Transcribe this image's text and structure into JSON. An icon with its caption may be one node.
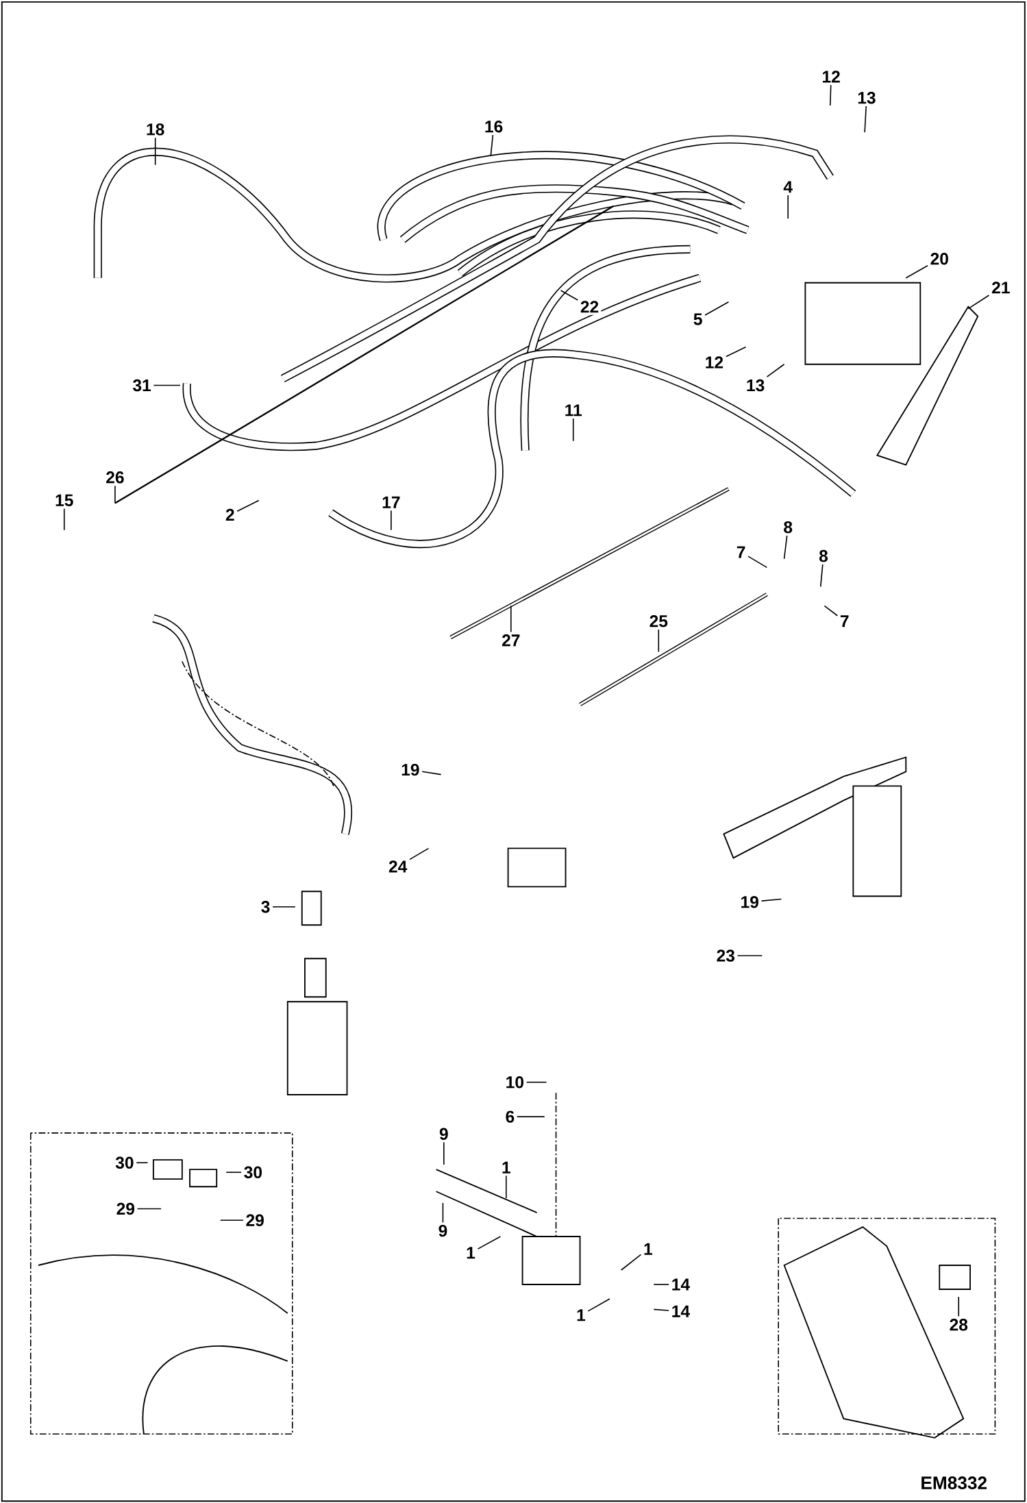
{
  "diagram": {
    "nodes": [
      {
        "text": [
          "18"
        ]
      },
      {
        "text": [
          "16"
        ]
      },
      {
        "text": [
          "12"
        ]
      },
      {
        "text": [
          "13"
        ]
      },
      {
        "text": [
          "4"
        ]
      },
      {
        "text": [
          "20"
        ]
      },
      {
        "text": [
          "21"
        ]
      },
      {
        "text": [
          "22"
        ]
      },
      {
        "text": [
          "5"
        ]
      },
      {
        "text": [
          "12"
        ]
      },
      {
        "text": [
          "13"
        ]
      },
      {
        "text": [
          "31"
        ]
      },
      {
        "text": [
          "11"
        ]
      },
      {
        "text": [
          "26"
        ]
      },
      {
        "text": [
          "15"
        ]
      },
      {
        "text": [
          "2"
        ]
      },
      {
        "text": [
          "17"
        ]
      },
      {
        "text": [
          "8"
        ]
      },
      {
        "text": [
          "7"
        ]
      },
      {
        "text": [
          "8"
        ]
      },
      {
        "text": [
          "7"
        ]
      },
      {
        "text": [
          "25"
        ]
      },
      {
        "text": [
          "27"
        ]
      },
      {
        "text": [
          "19"
        ]
      },
      {
        "text": [
          "24"
        ]
      },
      {
        "text": [
          "3"
        ]
      },
      {
        "text": [
          "19"
        ]
      },
      {
        "text": [
          "23"
        ]
      },
      {
        "text": [
          "10"
        ]
      },
      {
        "text": [
          "6"
        ]
      },
      {
        "text": [
          "9"
        ]
      },
      {
        "text": [
          "1"
        ]
      },
      {
        "text": [
          "9"
        ]
      },
      {
        "text": [
          "1"
        ]
      },
      {
        "text": [
          "1"
        ]
      },
      {
        "text": [
          "14"
        ]
      },
      {
        "text": [
          "1"
        ]
      },
      {
        "text": [
          "14"
        ]
      },
      {
        "text": [
          "30"
        ]
      },
      {
        "text": [
          "30"
        ]
      },
      {
        "text": [
          "29"
        ]
      },
      {
        "text": [
          "29"
        ]
      },
      {
        "text": [
          "28"
        ]
      }
    ],
    "edges": [
      {
        "from": 0,
        "to": null,
        "arrow": "none"
      },
      {
        "from": 1,
        "to": null,
        "arrow": "none"
      },
      {
        "from": 2,
        "to": null,
        "arrow": "none"
      },
      {
        "from": 3,
        "to": null,
        "arrow": "none"
      },
      {
        "from": 4,
        "to": null,
        "arrow": "none"
      },
      {
        "from": 5,
        "to": null,
        "arrow": "none"
      },
      {
        "from": 6,
        "to": null,
        "arrow": "none"
      },
      {
        "from": 7,
        "to": null,
        "arrow": "none"
      },
      {
        "from": 8,
        "to": null,
        "arrow": "none"
      },
      {
        "from": 9,
        "to": null,
        "arrow": "none"
      },
      {
        "from": 10,
        "to": null,
        "arrow": "none"
      },
      {
        "from": 11,
        "to": null,
        "arrow": "none"
      },
      {
        "from": 12,
        "to": null,
        "arrow": "none"
      },
      {
        "from": 13,
        "to": null,
        "arrow": "none"
      },
      {
        "from": 14,
        "to": null,
        "arrow": "none"
      },
      {
        "from": 15,
        "to": null,
        "arrow": "none"
      },
      {
        "from": 16,
        "to": null,
        "arrow": "none"
      },
      {
        "from": 17,
        "to": null,
        "arrow": "none"
      },
      {
        "from": 18,
        "to": null,
        "arrow": "none"
      },
      {
        "from": 19,
        "to": null,
        "arrow": "none"
      },
      {
        "from": 20,
        "to": null,
        "arrow": "none"
      },
      {
        "from": 21,
        "to": null,
        "arrow": "none"
      },
      {
        "from": 22,
        "to": null,
        "arrow": "none"
      },
      {
        "from": 23,
        "to": null,
        "arrow": "none"
      },
      {
        "from": 24,
        "to": null,
        "arrow": "none"
      },
      {
        "from": 25,
        "to": null,
        "arrow": "none"
      },
      {
        "from": 26,
        "to": null,
        "arrow": "none"
      },
      {
        "from": 27,
        "to": null,
        "arrow": "none"
      },
      {
        "from": 28,
        "to": null,
        "arrow": "none"
      },
      {
        "from": 29,
        "to": null,
        "arrow": "none"
      },
      {
        "from": 30,
        "to": null,
        "arrow": "none"
      },
      {
        "from": 31,
        "to": null,
        "arrow": "none"
      },
      {
        "from": 32,
        "to": null,
        "arrow": "none"
      },
      {
        "from": 33,
        "to": null,
        "arrow": "none"
      },
      {
        "from": 34,
        "to": null,
        "arrow": "none"
      },
      {
        "from": 35,
        "to": null,
        "arrow": "none"
      },
      {
        "from": 36,
        "to": null,
        "arrow": "none"
      },
      {
        "from": 37,
        "to": null,
        "arrow": "none"
      },
      {
        "from": 38,
        "to": null,
        "arrow": "none"
      },
      {
        "from": 39,
        "to": null,
        "arrow": "none"
      },
      {
        "from": 40,
        "to": null,
        "arrow": "none"
      },
      {
        "from": 41,
        "to": null,
        "arrow": "none"
      },
      {
        "from": 42,
        "to": null,
        "arrow": "none"
      }
    ],
    "labels": [
      "EM8332"
    ]
  }
}
